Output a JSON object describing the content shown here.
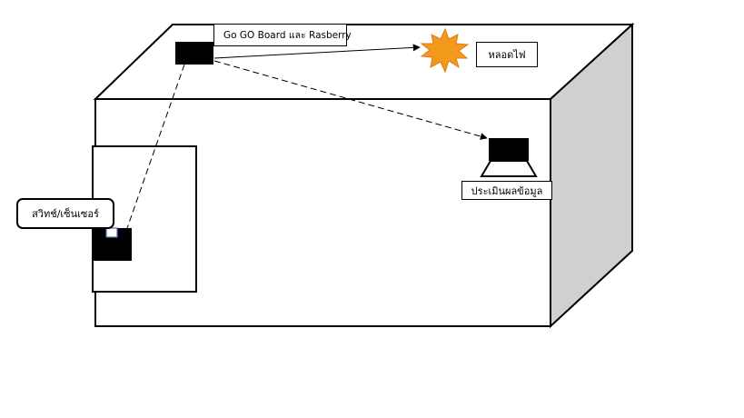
{
  "labels": {
    "board": "Go GO Board และ Rasberry",
    "lamp": "หลอดไฟ",
    "switch": "สวิทช์/เซ็นเซอร์",
    "speaker": "ประเมินผลข้อมูล"
  },
  "colors": {
    "background": "#ffffff",
    "outline": "#000000",
    "side_face": "#d0d0d0",
    "starburst_fill": "#f39a1c",
    "starburst_stroke": "#e07810",
    "component": "#000000"
  },
  "icons": {
    "lamp": "starburst-icon",
    "speaker": "speaker-icon",
    "switch": "switch-icon",
    "board": "board-icon"
  }
}
